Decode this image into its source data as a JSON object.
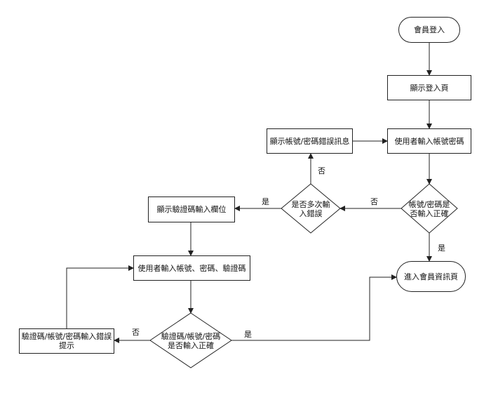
{
  "nodes": {
    "start": "會員登入",
    "show_login": "顯示登入頁",
    "input_credentials": "使用者輸入帳號密碼",
    "check_credentials": "帳號/密碼是\n否輸入正確",
    "show_error": "顯示帳號/密碼錯誤訊息",
    "multiple_errors": "是否多次輸\n入錯誤",
    "show_captcha_field": "顯示驗證碼輸入欄位",
    "input_with_captcha": "使用者輸入帳號、密碼、驗證碼",
    "check_captcha": "驗證碼/帳號/密碼\n是否輸入正確",
    "captcha_error_hint": "驗證碼/帳號/密碼輸入錯誤\n提示",
    "enter_member_page": "進入會員資訊頁"
  },
  "edge_labels": {
    "check_no": "否",
    "check_yes": "是",
    "multi_no": "否",
    "multi_yes": "是",
    "captcha_no": "否",
    "captcha_yes": "是"
  }
}
